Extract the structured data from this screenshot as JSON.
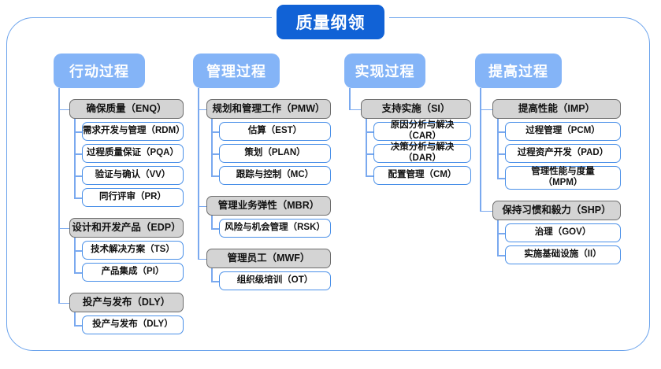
{
  "title": "质量纲领",
  "colors": {
    "title_bg": "#1162d6",
    "header_bg": "#84b4f7",
    "frame_border": "#6ba3ec",
    "connector": "#7aa9ef",
    "group_bg": "#d4d4d4",
    "group_border": "#6d6d6d",
    "leaf_border": "#4a90e8"
  },
  "columns": [
    {
      "header": "行动过程",
      "groups": [
        {
          "label": "确保质量（ENQ）",
          "children": [
            "需求开发与管理（RDM）",
            "过程质量保证（PQA）",
            "验证与确认（VV）",
            "同行评审（PR）"
          ]
        },
        {
          "label": "设计和开发产品（EDP）",
          "children": [
            "技术解决方案（TS）",
            "产品集成（PI）"
          ]
        },
        {
          "label": "投产与发布（DLY）",
          "children": [
            "投产与发布（DLY）"
          ]
        }
      ]
    },
    {
      "header": "管理过程",
      "groups": [
        {
          "label": "规划和管理工作（PMW）",
          "children": [
            "估算（EST）",
            "策划（PLAN）",
            "跟踪与控制（MC）"
          ]
        },
        {
          "label": "管理业务弹性（MBR）",
          "children": [
            "风险与机会管理（RSK）"
          ]
        },
        {
          "label": "管理员工（MWF）",
          "children": [
            "组织级培训（OT）"
          ]
        }
      ]
    },
    {
      "header": "实现过程",
      "groups": [
        {
          "label": "支持实施（SI）",
          "children": [
            "原因分析与解决（CAR）",
            "决策分析与解决（DAR）",
            "配置管理（CM）"
          ]
        }
      ]
    },
    {
      "header": "提高过程",
      "groups": [
        {
          "label": "提高性能（IMP）",
          "children": [
            "过程管理（PCM）",
            "过程资产开发（PAD）",
            "管理性能与度量\n（MPM）"
          ]
        },
        {
          "label": "保持习惯和毅力（SHP）",
          "children": [
            "治理（GOV）",
            "实施基础设施（II）"
          ]
        }
      ]
    }
  ]
}
